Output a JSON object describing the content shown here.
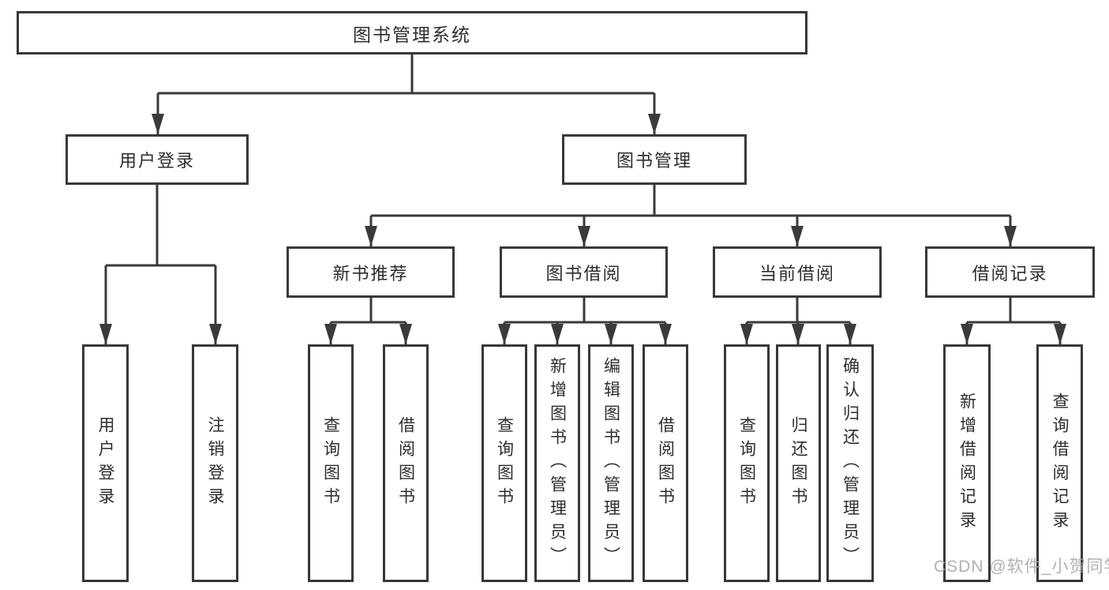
{
  "diagram": {
    "type": "tree",
    "nodes": {
      "root": "图书管理系统",
      "user_login": "用户登录",
      "book_mgmt": "图书管理",
      "new_books": "新书推荐",
      "book_borrow": "图书借阅",
      "current_borrow": "当前借阅",
      "borrow_records": "借阅记录",
      "leaf_user_login": "用户登录",
      "leaf_logout": "注销登录",
      "leaf_newbook_query": "查询图书",
      "leaf_newbook_borrow": "借阅图书",
      "leaf_borrow_query": "查询图书",
      "leaf_borrow_add": "新增图书（管理员）",
      "leaf_borrow_edit": "编辑图书（管理员）",
      "leaf_borrow_borrow": "借阅图书",
      "leaf_current_query": "查询图书",
      "leaf_current_return": "归还图书",
      "leaf_current_confirm": "确认归还（管理员）",
      "leaf_records_add": "新增借阅记录",
      "leaf_records_query": "查询借阅记录"
    },
    "edges": [
      {
        "parent": "root",
        "children": [
          "user_login",
          "book_mgmt"
        ]
      },
      {
        "parent": "user_login",
        "children": [
          "leaf_user_login",
          "leaf_logout"
        ]
      },
      {
        "parent": "book_mgmt",
        "children": [
          "new_books",
          "book_borrow",
          "current_borrow",
          "borrow_records"
        ]
      },
      {
        "parent": "new_books",
        "children": [
          "leaf_newbook_query",
          "leaf_newbook_borrow"
        ]
      },
      {
        "parent": "book_borrow",
        "children": [
          "leaf_borrow_query",
          "leaf_borrow_add",
          "leaf_borrow_edit",
          "leaf_borrow_borrow"
        ]
      },
      {
        "parent": "current_borrow",
        "children": [
          "leaf_current_query",
          "leaf_current_return",
          "leaf_current_confirm"
        ]
      },
      {
        "parent": "borrow_records",
        "children": [
          "leaf_records_add",
          "leaf_records_query"
        ]
      }
    ],
    "colors": {
      "line": "#3a3a3a",
      "box_border": "#383838",
      "text": "#2d2d2d",
      "background": "#ffffff",
      "watermark": "#a8a8a8"
    }
  },
  "watermark": "CSDN @软件_小贺同学"
}
